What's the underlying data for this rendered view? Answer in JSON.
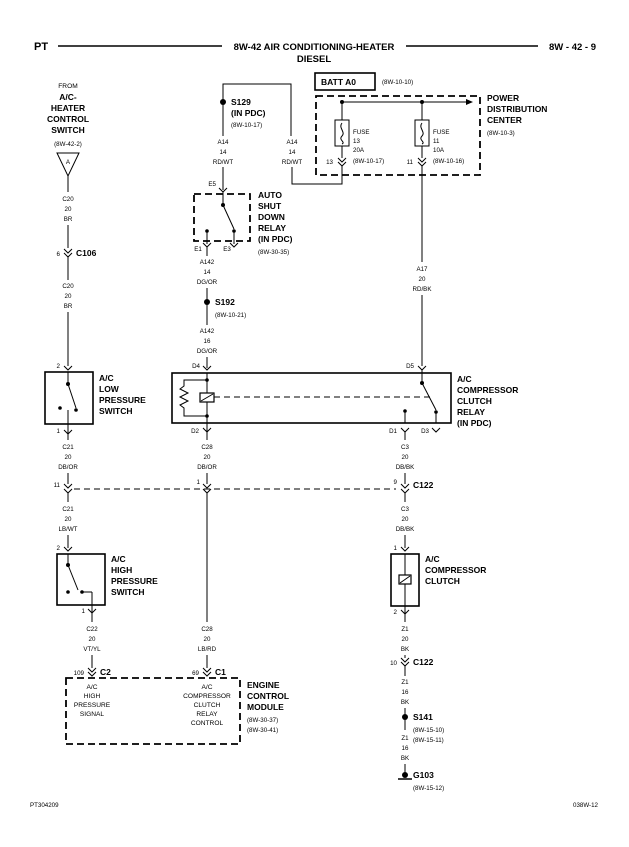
{
  "header": {
    "left": "PT",
    "title_line1": "8W-42 AIR CONDITIONING-HEATER",
    "title_line2": "DIESEL",
    "right": "8W - 42 - 9"
  },
  "footer": {
    "left": "PT304209",
    "right": "038W-12"
  },
  "source": {
    "from": "FROM",
    "name": [
      "A/C-",
      "HEATER",
      "CONTROL",
      "SWITCH"
    ],
    "ref": "(8W-42-2)",
    "connector_letter": "A"
  },
  "wires": {
    "c20_top": [
      "C20",
      "20",
      "BR"
    ],
    "c20_bottom": [
      "C20",
      "20",
      "BR"
    ],
    "c21_top": [
      "C21",
      "20",
      "DB/OR"
    ],
    "c21_bottom": [
      "C21",
      "20",
      "LB/WT"
    ],
    "c22": [
      "C22",
      "20",
      "VT/YL"
    ],
    "a14_left": [
      "A14",
      "14",
      "RD/WT"
    ],
    "a14_right": [
      "A14",
      "14",
      "RD/WT"
    ],
    "a142_top": [
      "A142",
      "14",
      "DG/OR"
    ],
    "a142_bottom": [
      "A142",
      "16",
      "DG/OR"
    ],
    "c28_top": [
      "C28",
      "20",
      "DB/OR"
    ],
    "c28_bottom": [
      "C28",
      "20",
      "LB/RD"
    ],
    "a17": [
      "A17",
      "20",
      "RD/BK"
    ],
    "c3_top": [
      "C3",
      "20",
      "DB/BK"
    ],
    "c3_bottom": [
      "C3",
      "20",
      "DB/BK"
    ],
    "z1_top": [
      "Z1",
      "20",
      "BK"
    ],
    "z1_mid": [
      "Z1",
      "16",
      "BK"
    ],
    "z1_bottom": [
      "Z1",
      "16",
      "BK"
    ]
  },
  "connectors": {
    "c106": "C106",
    "c106_pin": "6",
    "c122": "C122",
    "c122_pins": [
      "11",
      "1",
      "9"
    ],
    "c122_lower": "C122",
    "c122_lower_pin": "10",
    "c2": "C2",
    "c2_pin": "109",
    "c1": "C1",
    "c1_pin": "69"
  },
  "splices": {
    "s129": [
      "S129",
      "(IN PDC)"
    ],
    "s129_ref": "(8W-10-17)",
    "s192": "S192",
    "s192_ref": "(8W-10-21)",
    "s141": "S141",
    "s141_refs": [
      "(8W-15-10)",
      "(8W-15-11)"
    ],
    "g103": "G103",
    "g103_ref": "(8W-15-12)"
  },
  "pdc": {
    "batt": "BATT A0",
    "batt_ref": "(8W-10-10)",
    "name": [
      "POWER",
      "DISTRIBUTION",
      "CENTER"
    ],
    "ref": "(8W-10-3)",
    "fuse13": [
      "FUSE",
      "13",
      "20A"
    ],
    "fuse13_ref": "(8W-10-17)",
    "fuse13_pin": "13",
    "fuse11": [
      "FUSE",
      "11",
      "10A"
    ],
    "fuse11_ref": "(8W-10-16)",
    "fuse11_pin": "11"
  },
  "asd_relay": {
    "name": [
      "AUTO",
      "SHUT",
      "DOWN",
      "RELAY",
      "(IN PDC)"
    ],
    "ref": "(8W-30-35)",
    "pins": [
      "E5",
      "E1",
      "E3"
    ]
  },
  "clutch_relay": {
    "name": [
      "A/C",
      "COMPRESSOR",
      "CLUTCH",
      "RELAY",
      "(IN PDC)"
    ],
    "pins": [
      "D4",
      "D5",
      "D2",
      "D1",
      "D3"
    ]
  },
  "low_switch": {
    "name": [
      "A/C",
      "LOW",
      "PRESSURE",
      "SWITCH"
    ],
    "pins": [
      "2",
      "1"
    ]
  },
  "high_switch": {
    "name": [
      "A/C",
      "HIGH",
      "PRESSURE",
      "SWITCH"
    ],
    "pins": [
      "2",
      "1"
    ]
  },
  "clutch": {
    "name": [
      "A/C",
      "COMPRESSOR",
      "CLUTCH"
    ],
    "pins": [
      "1",
      "2"
    ]
  },
  "ecm": {
    "name": [
      "ENGINE",
      "CONTROL",
      "MODULE"
    ],
    "refs": [
      "(8W-30-37)",
      "(8W-30-41)"
    ],
    "input_left": [
      "A/C",
      "HIGH",
      "PRESSURE",
      "SIGNAL"
    ],
    "input_right": [
      "A/C",
      "COMPRESSOR",
      "CLUTCH",
      "RELAY",
      "CONTROL"
    ]
  }
}
